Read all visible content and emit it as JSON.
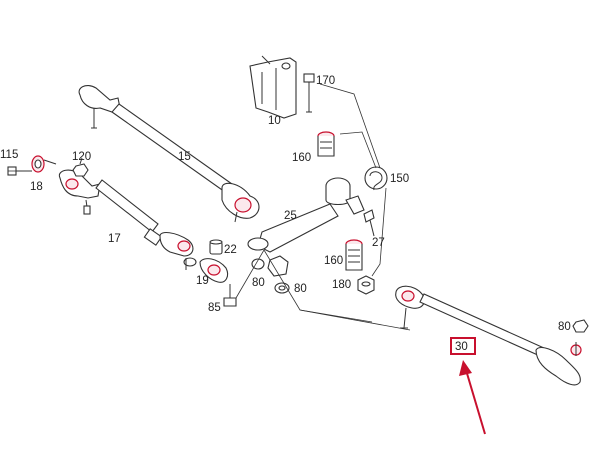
{
  "diagram": {
    "accent_color": "#c8102e",
    "highlighted_part": "30",
    "labels": {
      "p10": "10",
      "p170": "170",
      "p160a": "160",
      "p150": "150",
      "p15": "15",
      "p115": "115",
      "p120": "120",
      "p18": "18",
      "p17": "17",
      "p25": "25",
      "p27": "27",
      "p22": "22",
      "p19": "19",
      "p80a": "80",
      "p80b": "80",
      "p160b": "160",
      "p180": "180",
      "p85": "85",
      "p80c": "80",
      "p30": "30"
    }
  }
}
